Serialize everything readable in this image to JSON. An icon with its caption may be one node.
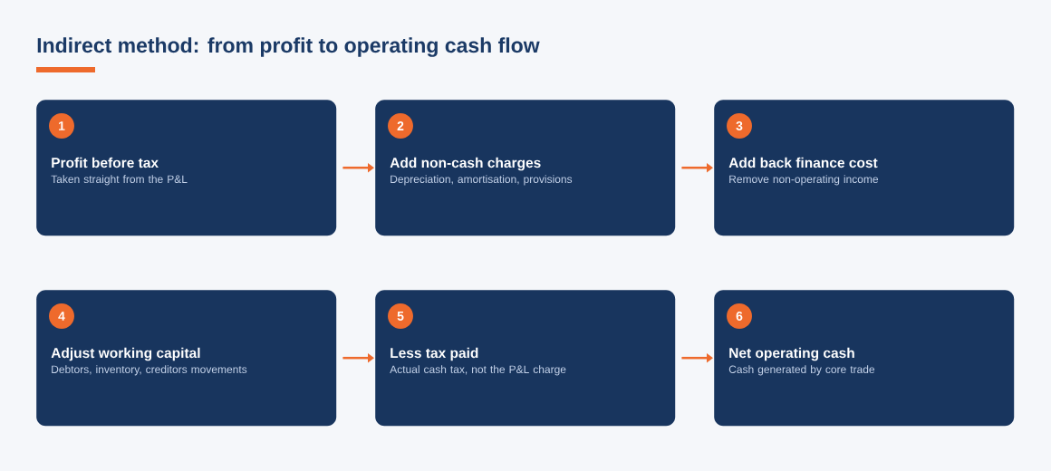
{
  "diagram": {
    "title": "Indirect method: from profit to operating cash flow",
    "nodes": [
      {
        "text": [
          "1",
          "Profit before tax",
          "Taken straight from the P&L"
        ]
      },
      {
        "text": [
          "2",
          "Add non-cash charges",
          "Depreciation, amortisation, provisions"
        ]
      },
      {
        "text": [
          "3",
          "Add back finance cost",
          "Remove non-operating income"
        ]
      },
      {
        "text": [
          "4",
          "Adjust working capital",
          "Debtors, inventory, creditors movements"
        ]
      },
      {
        "text": [
          "5",
          "Less tax paid",
          "Actual cash tax, not the P&L charge"
        ]
      },
      {
        "text": [
          "6",
          "Net operating cash",
          "Cash generated by core trade"
        ]
      }
    ],
    "edges": [
      {
        "from": 0,
        "to": 1,
        "arrow": "to"
      },
      {
        "from": 1,
        "to": 2,
        "arrow": "to"
      },
      {
        "from": 3,
        "to": 4,
        "arrow": "to"
      },
      {
        "from": 4,
        "to": 5,
        "arrow": "to"
      }
    ]
  }
}
